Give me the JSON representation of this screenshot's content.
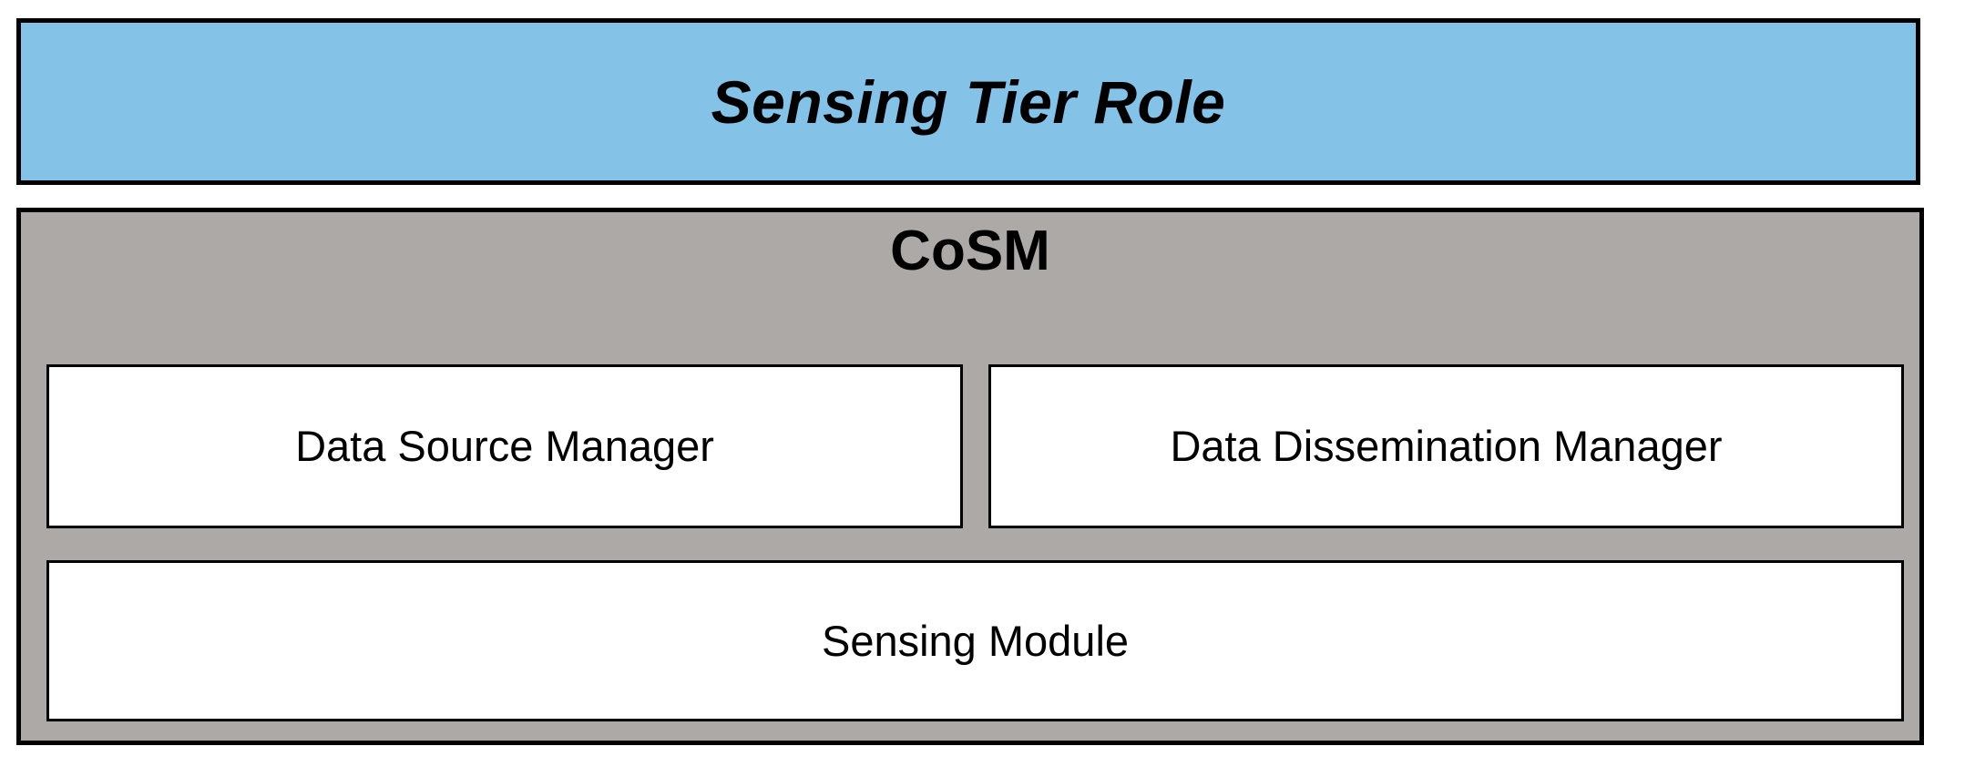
{
  "diagram": {
    "tier_header": {
      "label": "Sensing Tier Role",
      "fill_color": "#85C2E8",
      "border_color": "#000000"
    },
    "component_panel": {
      "title": "CoSM",
      "fill_color": "#ADA9A6",
      "border_color": "#000000",
      "modules": [
        {
          "id": "data-source-manager",
          "label": "Data Source Manager",
          "fill_color": "#FFFFFF",
          "row": 1,
          "column": 1
        },
        {
          "id": "data-dissemination-manager",
          "label": "Data Dissemination Manager",
          "fill_color": "#FFFFFF",
          "row": 1,
          "column": 2
        },
        {
          "id": "sensing-module",
          "label": "Sensing Module",
          "fill_color": "#FFFFFF",
          "row": 2,
          "column": 1
        }
      ]
    }
  }
}
